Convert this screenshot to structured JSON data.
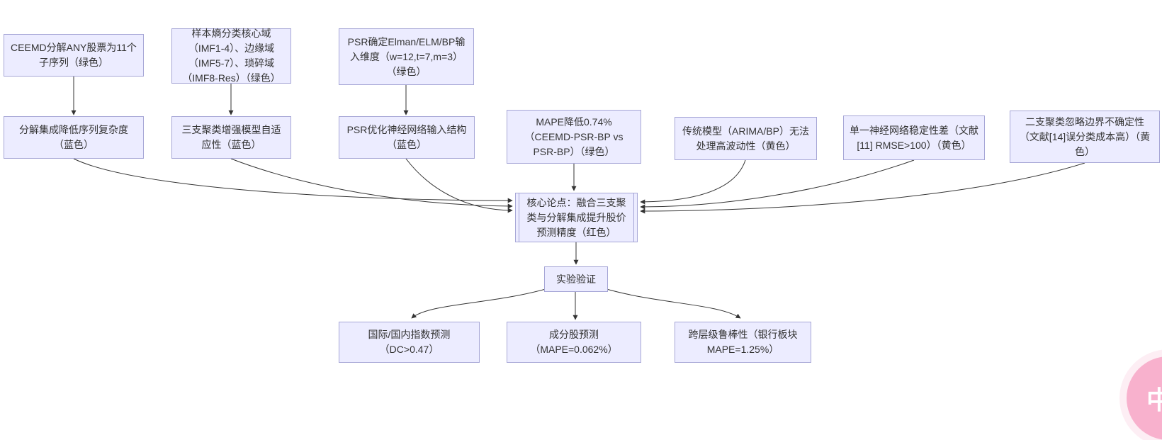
{
  "colors": {
    "node_fill": "#ECECFF",
    "node_border": "#A6A6D6",
    "edge": "#333333",
    "text": "#333333",
    "translate_button_pink": "#F8B1CD"
  },
  "diagram": {
    "type": "flowchart",
    "nodes": [
      {
        "id": "n1",
        "label": "CEEMD分解ANY股票为11个子序列（绿色）"
      },
      {
        "id": "n2",
        "label": "样本熵分类核心域（IMF1-4）、边缘域（IMF5-7）、琐碎域（IMF8-Res）（绿色）"
      },
      {
        "id": "n3",
        "label": "PSR确定Elman/ELM/BP输入维度（w=12,t=7,m=3）（绿色）"
      },
      {
        "id": "n4",
        "label": "分解集成降低序列复杂度（蓝色）"
      },
      {
        "id": "n5",
        "label": "三支聚类增强模型自适应性（蓝色）"
      },
      {
        "id": "n6",
        "label": "PSR优化神经网络输入结构（蓝色）"
      },
      {
        "id": "n7",
        "label": "MAPE降低0.74%（CEEMD-PSR-BP vs PSR-BP）（绿色）"
      },
      {
        "id": "n8",
        "label": "传统模型（ARIMA/BP）无法处理高波动性（黄色）"
      },
      {
        "id": "n9",
        "label": "单一神经网络稳定性差（文献[11] RMSE>100）（黄色）"
      },
      {
        "id": "n10",
        "label": "二支聚类忽略边界不确定性（文献[14]误分类成本高）（黄色）"
      },
      {
        "id": "n11",
        "label": "核心论点：融合三支聚类与分解集成提升股价预测精度（红色）"
      },
      {
        "id": "n12",
        "label": "实验验证"
      },
      {
        "id": "n13",
        "label": "国际/国内指数预测（DC>0.47）"
      },
      {
        "id": "n14",
        "label": "成分股预测（MAPE=0.062%）"
      },
      {
        "id": "n15",
        "label": "跨层级鲁棒性（银行板块 MAPE=1.25%）"
      }
    ],
    "edges": [
      [
        "n1",
        "n4"
      ],
      [
        "n2",
        "n5"
      ],
      [
        "n3",
        "n6"
      ],
      [
        "n4",
        "n11"
      ],
      [
        "n5",
        "n11"
      ],
      [
        "n6",
        "n11"
      ],
      [
        "n7",
        "n11"
      ],
      [
        "n8",
        "n11"
      ],
      [
        "n9",
        "n11"
      ],
      [
        "n10",
        "n11"
      ],
      [
        "n11",
        "n12"
      ],
      [
        "n12",
        "n13"
      ],
      [
        "n12",
        "n14"
      ],
      [
        "n12",
        "n15"
      ]
    ]
  },
  "translate_button": {
    "label": "中A"
  }
}
